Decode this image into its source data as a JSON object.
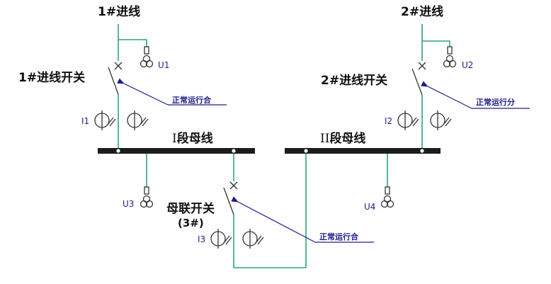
{
  "feeders": {
    "incoming_1": "1#进线",
    "incoming_2": "2#进线"
  },
  "switches": {
    "switch_1": "1#进线开关",
    "switch_2": "2#进线开关",
    "tie_switch": "母联开关",
    "tie_switch_number": "(3#)"
  },
  "buses": {
    "bus_1_prefix": "I",
    "bus_1_suffix": "段母线",
    "bus_2_prefix": "II",
    "bus_2_suffix": "段母线"
  },
  "voltage_transformers": {
    "u1": "U1",
    "u2": "U2",
    "u3": "U3",
    "u4": "U4"
  },
  "current_transformers": {
    "i1": "I1",
    "i2": "I2",
    "i3": "I3"
  },
  "status_notes": {
    "switch_1_status": "正常运行合",
    "switch_2_status": "正常运行分",
    "tie_switch_status": "正常运行合"
  },
  "colors": {
    "wire": "#2aa37f",
    "bus": "#1c1c1c",
    "annotation": "#1e1e8a"
  }
}
